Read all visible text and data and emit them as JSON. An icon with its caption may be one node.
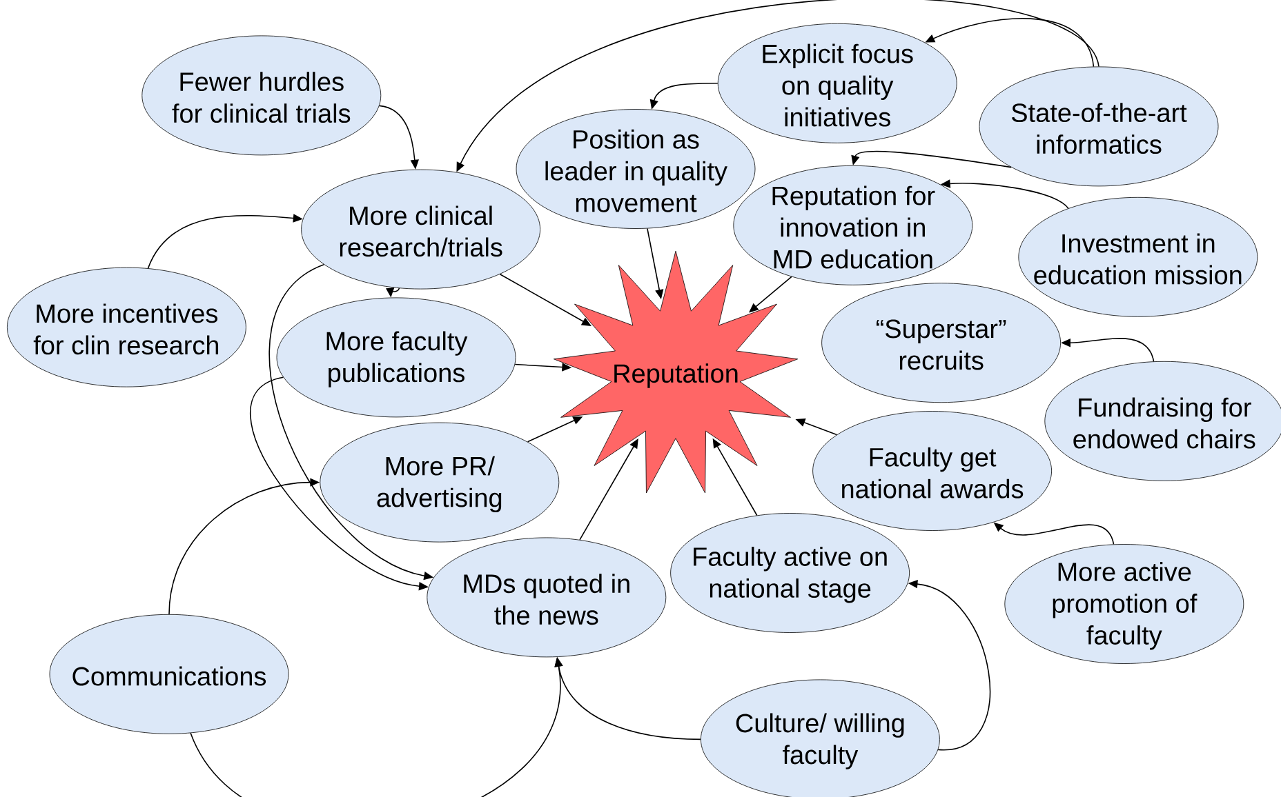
{
  "diagram": {
    "nodes": [
      {
        "text": [
          "Fewer hurdles for clinical trials"
        ]
      },
      {
        "text": [
          "Explicit focus on quality initiatives"
        ]
      },
      {
        "text": [
          "State-of-the-art informatics"
        ]
      },
      {
        "text": [
          "Position as leader in quality movement"
        ]
      },
      {
        "text": [
          "More clinical research/trials"
        ]
      },
      {
        "text": [
          "Reputation for innovation in MD education"
        ]
      },
      {
        "text": [
          "Investment in education mission"
        ]
      },
      {
        "text": [
          "More incentives for clin research"
        ]
      },
      {
        "text": [
          "More faculty publications"
        ]
      },
      {
        "text": [
          "Reputation"
        ]
      },
      {
        "text": [
          "“Superstar” recruits"
        ]
      },
      {
        "text": [
          "Fundraising for endowed chairs"
        ]
      },
      {
        "text": [
          "More PR/ advertising"
        ]
      },
      {
        "text": [
          "Faculty get national awards"
        ]
      },
      {
        "text": [
          "MDs quoted in the news"
        ]
      },
      {
        "text": [
          "Faculty active on national stage"
        ]
      },
      {
        "text": [
          "More active promotion of faculty"
        ]
      },
      {
        "text": [
          "Communications"
        ]
      },
      {
        "text": [
          "Culture/ willing faculty"
        ]
      }
    ],
    "edges": [
      {
        "from": 0,
        "to": 4,
        "arrow": "to"
      },
      {
        "from": 1,
        "to": 3,
        "arrow": "to"
      },
      {
        "from": 2,
        "to": 1,
        "arrow": "to"
      },
      {
        "from": 2,
        "to": 5,
        "arrow": "to"
      },
      {
        "from": 2,
        "to": 4,
        "arrow": "to"
      },
      {
        "from": 6,
        "to": 5,
        "arrow": "to"
      },
      {
        "from": 11,
        "to": 10,
        "arrow": "to"
      },
      {
        "from": 16,
        "to": 13,
        "arrow": "to"
      },
      {
        "from": 18,
        "to": 15,
        "arrow": "to"
      },
      {
        "from": 18,
        "to": 14,
        "arrow": "to"
      },
      {
        "from": 17,
        "to": 12,
        "arrow": "to"
      },
      {
        "from": 17,
        "to": 14,
        "arrow": "to"
      },
      {
        "from": 4,
        "to": 8,
        "arrow": "to"
      },
      {
        "from": 7,
        "to": 4,
        "arrow": "to"
      },
      {
        "from": 4,
        "to": 14,
        "arrow": "to"
      },
      {
        "from": 8,
        "to": 14,
        "arrow": "to"
      },
      {
        "from": 4,
        "to": 9,
        "arrow": "to"
      },
      {
        "from": 3,
        "to": 9,
        "arrow": "to"
      },
      {
        "from": 5,
        "to": 9,
        "arrow": "to"
      },
      {
        "from": 8,
        "to": 9,
        "arrow": "to"
      },
      {
        "from": 12,
        "to": 9,
        "arrow": "to"
      },
      {
        "from": 14,
        "to": 9,
        "arrow": "to"
      },
      {
        "from": 15,
        "to": 9,
        "arrow": "to"
      },
      {
        "from": 13,
        "to": 9,
        "arrow": "to"
      }
    ]
  }
}
